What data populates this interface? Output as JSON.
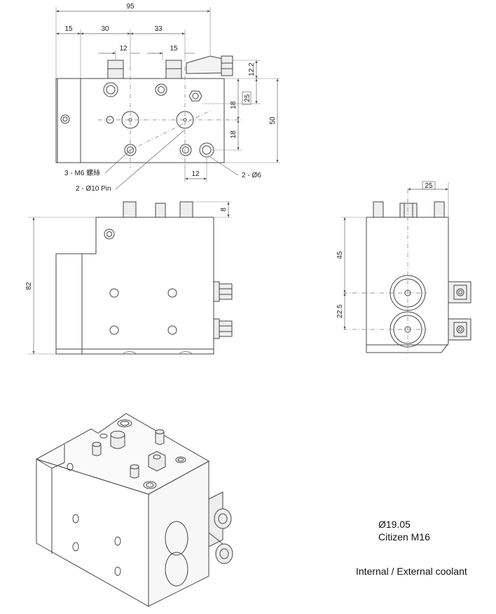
{
  "top_view": {
    "dims": {
      "overall_width": "95",
      "left_offset": "15",
      "pitch_a": "30",
      "pitch_b": "33",
      "pin_a": "12",
      "pin_b": "15",
      "h_top": "12.2",
      "h_boxed": "25",
      "h_upper": "18",
      "h_lower": "18",
      "h_total": "50",
      "bottom_offset": "12"
    },
    "callouts": {
      "screws": "3 - M6 螺絲",
      "pins": "2 - Ø10 Pin",
      "holes": "2 - Ø6"
    }
  },
  "front_view": {
    "dims": {
      "height": "82",
      "stud_height": "8"
    }
  },
  "side_view": {
    "dims": {
      "width_boxed": "25",
      "upper": "45",
      "lower": "22.5"
    }
  },
  "captions": {
    "diameter": "Ø19.05",
    "model": "Citizen M16",
    "coolant": "Internal / External coolant"
  },
  "colors": {
    "line": "#444444",
    "dim": "#666666",
    "shade": "#dddddd"
  }
}
